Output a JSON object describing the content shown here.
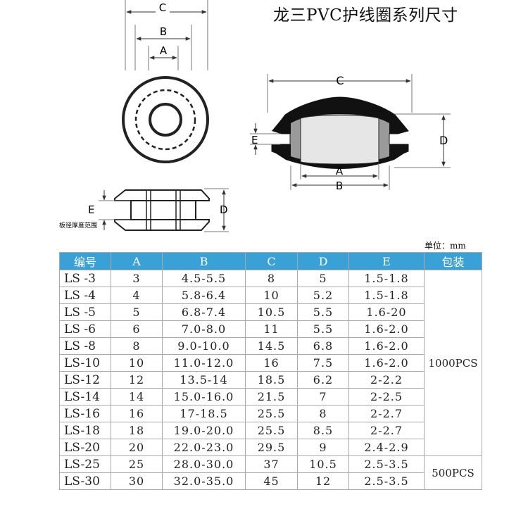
{
  "title": "龙三PVC护线圈系列尺寸",
  "diagram_labels": {
    "top_C": "C",
    "top_B": "B",
    "top_A": "A",
    "right_C": "C",
    "right_A": "A",
    "right_B": "B",
    "right_D": "D",
    "right_E": "E",
    "side_E": "E",
    "side_D": "D",
    "panel_note": "板径厚度范围"
  },
  "unit_label": "单位：mm",
  "table": {
    "headers": [
      "编号",
      "A",
      "B",
      "C",
      "D",
      "E",
      "包装"
    ],
    "rows": [
      [
        "LS -3",
        "3",
        "4.5-5.5",
        "8",
        "5",
        "1.5-1.8"
      ],
      [
        "LS -4",
        "4",
        "5.8-6.4",
        "10",
        "5.2",
        "1.5-1.8"
      ],
      [
        "LS -5",
        "5",
        "6.8-7.4",
        "10.5",
        "5.5",
        "1.6-20"
      ],
      [
        "LS -6",
        "6",
        "7.0-8.0",
        "11",
        "5.5",
        "1.6-2.0"
      ],
      [
        "LS -8",
        "8",
        "9.0-10.0",
        "14.5",
        "6.8",
        "1.6-2.0"
      ],
      [
        "LS-10",
        "10",
        "11.0-12.0",
        "16",
        "7.5",
        "1.6-2.0"
      ],
      [
        "LS-12",
        "12",
        "13.5-14",
        "18.5",
        "6.2",
        "2-2.2"
      ],
      [
        "LS-14",
        "14",
        "15.0-16.0",
        "21.5",
        "7",
        "2-2.5"
      ],
      [
        "LS-16",
        "16",
        "17-18.5",
        "25.5",
        "8",
        "2-2.7"
      ],
      [
        "LS-18",
        "18",
        "19.0-20.0",
        "25.5",
        "8.5",
        "2-2.7"
      ],
      [
        "LS-20",
        "20",
        "22.0-23.0",
        "29.5",
        "9",
        "2.4-2.9"
      ],
      [
        "LS-25",
        "25",
        "28.0-30.0",
        "37",
        "10.5",
        "2.5-3.5"
      ],
      [
        "LS-30",
        "30",
        "32.0-35.0",
        "45",
        "12",
        "2.5-3.5"
      ]
    ],
    "packaging": [
      {
        "label": "1000PCS",
        "rows": 11
      },
      {
        "label": "500PCS",
        "rows": 2
      }
    ]
  },
  "colors": {
    "header_bg": "#3aa1d6",
    "header_text": "#ffffff",
    "grommet_fill": "#9a9a9a",
    "grommet_edge": "#1a1a1a"
  }
}
